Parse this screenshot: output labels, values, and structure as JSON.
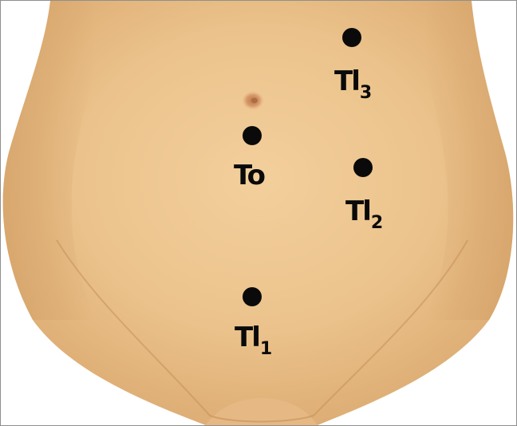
{
  "markers": [
    {
      "id": "tl3",
      "label": "Tl",
      "subscript": "3"
    },
    {
      "id": "to",
      "label": "To",
      "subscript": ""
    },
    {
      "id": "tl2",
      "label": "Tl",
      "subscript": "2"
    },
    {
      "id": "tl1",
      "label": "Tl",
      "subscript": "1"
    }
  ],
  "colors": {
    "skin_light": "#efc994",
    "skin_mid": "#e4b67c",
    "skin_shadow": "#cf9c63",
    "marker": "#0a0a0a",
    "background": "#ffffff"
  }
}
